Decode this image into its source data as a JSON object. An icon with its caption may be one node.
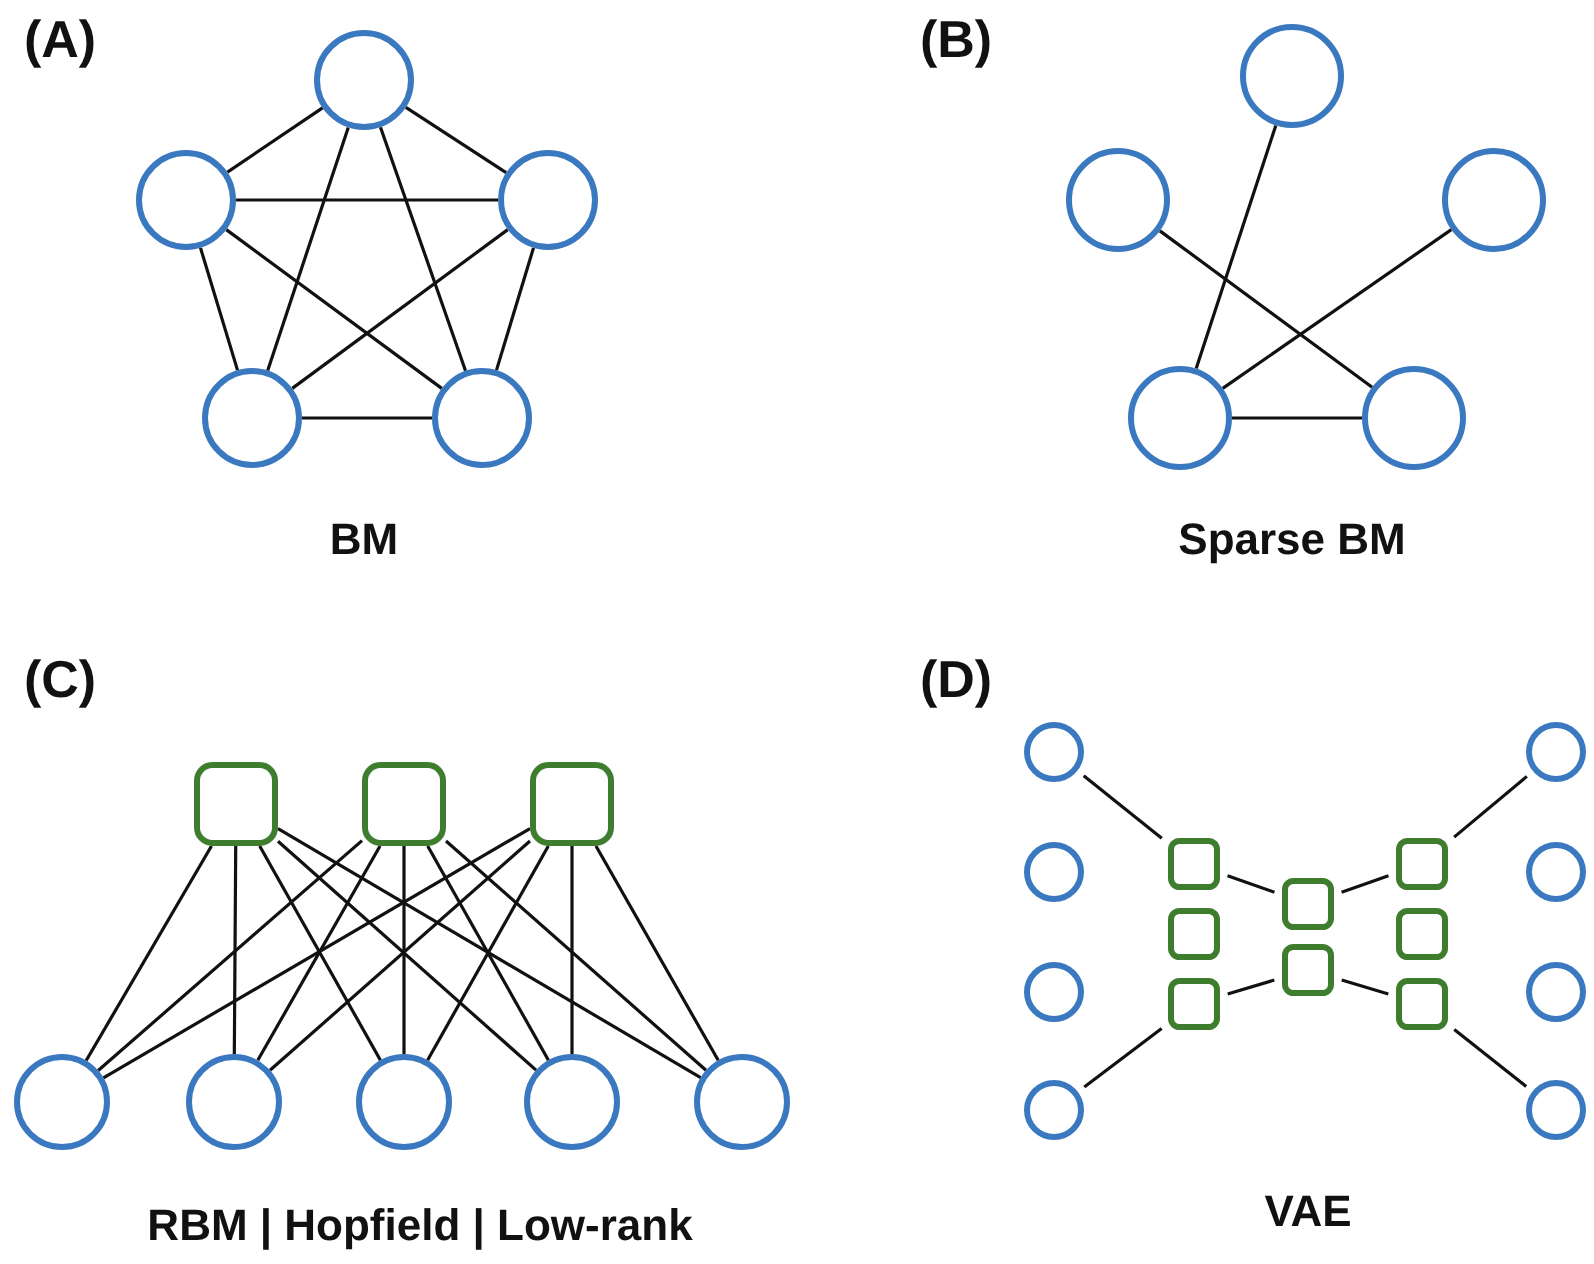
{
  "diagram": {
    "nodes": [
      {
        "text": [],
        "shape": "circle"
      },
      {
        "text": [],
        "shape": "circle"
      },
      {
        "text": [],
        "shape": "circle"
      },
      {
        "text": [],
        "shape": "circle"
      },
      {
        "text": [],
        "shape": "circle"
      },
      {
        "text": [],
        "shape": "circle"
      },
      {
        "text": [],
        "shape": "circle"
      },
      {
        "text": [],
        "shape": "circle"
      },
      {
        "text": [],
        "shape": "circle"
      },
      {
        "text": [],
        "shape": "circle"
      },
      {
        "text": [],
        "shape": "box"
      },
      {
        "text": [],
        "shape": "box"
      },
      {
        "text": [],
        "shape": "box"
      },
      {
        "text": [],
        "shape": "circle"
      },
      {
        "text": [],
        "shape": "circle"
      },
      {
        "text": [],
        "shape": "circle"
      },
      {
        "text": [],
        "shape": "circle"
      },
      {
        "text": [],
        "shape": "circle"
      },
      {
        "text": [],
        "shape": "circle"
      },
      {
        "text": [],
        "shape": "circle"
      },
      {
        "text": [],
        "shape": "circle"
      },
      {
        "text": [],
        "shape": "circle"
      },
      {
        "text": [],
        "shape": "box"
      },
      {
        "text": [],
        "shape": "box"
      },
      {
        "text": [],
        "shape": "box"
      },
      {
        "text": [],
        "shape": "box"
      },
      {
        "text": [],
        "shape": "box"
      },
      {
        "text": [],
        "shape": "box"
      },
      {
        "text": [],
        "shape": "box"
      },
      {
        "text": [],
        "shape": "box"
      },
      {
        "text": [],
        "shape": "circle"
      },
      {
        "text": [],
        "shape": "circle"
      },
      {
        "text": [],
        "shape": "circle"
      },
      {
        "text": [],
        "shape": "circle"
      }
    ],
    "edges": [
      {
        "from": 0,
        "to": 1,
        "arrow": "none"
      },
      {
        "from": 0,
        "to": 2,
        "arrow": "none"
      },
      {
        "from": 0,
        "to": 3,
        "arrow": "none"
      },
      {
        "from": 0,
        "to": 4,
        "arrow": "none"
      },
      {
        "from": 1,
        "to": 2,
        "arrow": "none"
      },
      {
        "from": 1,
        "to": 3,
        "arrow": "none"
      },
      {
        "from": 1,
        "to": 4,
        "arrow": "none"
      },
      {
        "from": 2,
        "to": 3,
        "arrow": "none"
      },
      {
        "from": 2,
        "to": 4,
        "arrow": "none"
      },
      {
        "from": 3,
        "to": 4,
        "arrow": "none"
      },
      {
        "from": 5,
        "to": 8,
        "arrow": "none"
      },
      {
        "from": 6,
        "to": 9,
        "arrow": "none"
      },
      {
        "from": 7,
        "to": 8,
        "arrow": "none"
      },
      {
        "from": 8,
        "to": 9,
        "arrow": "none"
      },
      {
        "from": 10,
        "to": 13,
        "arrow": "none"
      },
      {
        "from": 10,
        "to": 14,
        "arrow": "none"
      },
      {
        "from": 10,
        "to": 15,
        "arrow": "none"
      },
      {
        "from": 10,
        "to": 16,
        "arrow": "none"
      },
      {
        "from": 10,
        "to": 17,
        "arrow": "none"
      },
      {
        "from": 11,
        "to": 13,
        "arrow": "none"
      },
      {
        "from": 11,
        "to": 14,
        "arrow": "none"
      },
      {
        "from": 11,
        "to": 15,
        "arrow": "none"
      },
      {
        "from": 11,
        "to": 16,
        "arrow": "none"
      },
      {
        "from": 11,
        "to": 17,
        "arrow": "none"
      },
      {
        "from": 12,
        "to": 13,
        "arrow": "none"
      },
      {
        "from": 12,
        "to": 14,
        "arrow": "none"
      },
      {
        "from": 12,
        "to": 15,
        "arrow": "none"
      },
      {
        "from": 12,
        "to": 16,
        "arrow": "none"
      },
      {
        "from": 12,
        "to": 17,
        "arrow": "none"
      },
      {
        "from": 18,
        "to": 22,
        "arrow": "none"
      },
      {
        "from": 21,
        "to": 24,
        "arrow": "none"
      },
      {
        "from": 22,
        "to": 25,
        "arrow": "none"
      },
      {
        "from": 24,
        "to": 26,
        "arrow": "none"
      },
      {
        "from": 25,
        "to": 27,
        "arrow": "none"
      },
      {
        "from": 26,
        "to": 29,
        "arrow": "none"
      },
      {
        "from": 27,
        "to": 30,
        "arrow": "none"
      },
      {
        "from": 29,
        "to": 33,
        "arrow": "none"
      }
    ],
    "labels": [
      "(A)",
      "(B)",
      "BM",
      "Sparse BM",
      "(C)",
      "(D)",
      "RBM | Hopfield | Low-rank",
      "VAE"
    ]
  }
}
